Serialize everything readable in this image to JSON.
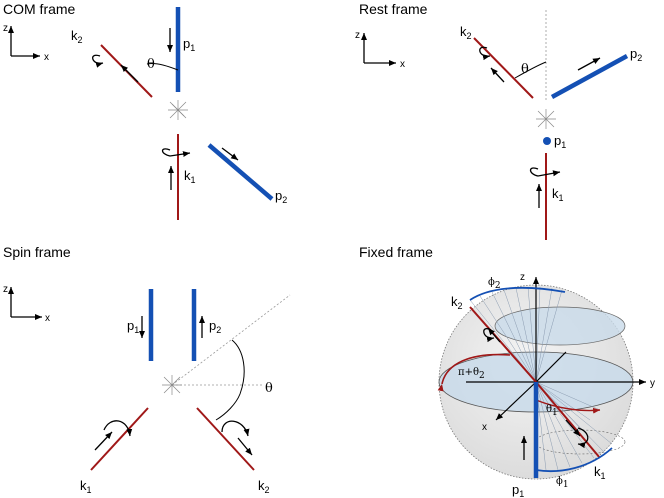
{
  "titles": {
    "com": "COM frame",
    "rest": "Rest frame",
    "spin": "Spin frame",
    "fixed": "Fixed frame"
  },
  "axes": {
    "z": "z",
    "x": "x",
    "y": "y"
  },
  "labels": {
    "k": "k",
    "p": "p",
    "one": "1",
    "two": "2",
    "theta": "θ",
    "phi": "ϕ",
    "pi_plus": "π+θ",
    "theta1": "θ",
    "sub1": "1",
    "sub2": "2"
  },
  "colors": {
    "quark": "#a01818",
    "jet": "#1450b4",
    "sphere_fill": "#eeeeee",
    "disk_fill": "#c9dbea"
  }
}
